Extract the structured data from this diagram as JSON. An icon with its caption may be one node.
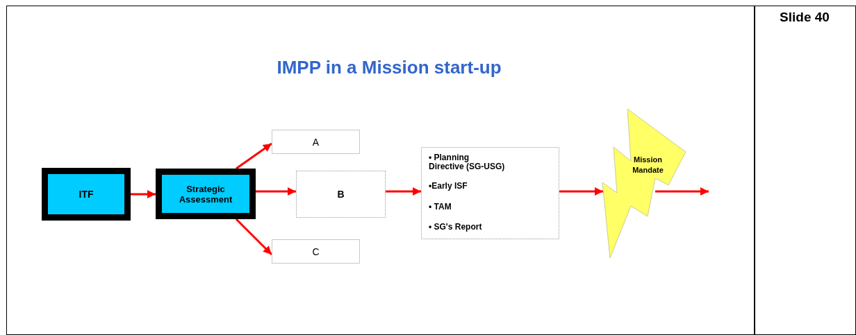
{
  "diagram": {
    "title": "IMPP in a Mission start-up",
    "nodes": [
      {
        "text": [
          "ITF"
        ]
      },
      {
        "text": [
          "Strategic Assessment"
        ]
      },
      {
        "text": [
          "A"
        ]
      },
      {
        "text": [
          "B"
        ]
      },
      {
        "text": [
          "C"
        ]
      },
      {
        "text": [
          "• Planning Directive (SG-USG)",
          "•Early ISF",
          "• TAM",
          "• SG's Report"
        ]
      },
      {
        "text": [
          "Mission Mandate"
        ]
      }
    ],
    "edges": [
      {
        "from": 0,
        "to": 1,
        "arrow": "to"
      },
      {
        "from": 1,
        "to": 2,
        "arrow": "to"
      },
      {
        "from": 1,
        "to": 3,
        "arrow": "to"
      },
      {
        "from": 1,
        "to": 4,
        "arrow": "to"
      },
      {
        "from": 3,
        "to": 5,
        "arrow": "to"
      },
      {
        "from": 5,
        "to": 6,
        "arrow": "to"
      },
      {
        "from": 6,
        "to": null,
        "arrow": "to"
      }
    ],
    "labels": [
      "Slide 40"
    ]
  }
}
